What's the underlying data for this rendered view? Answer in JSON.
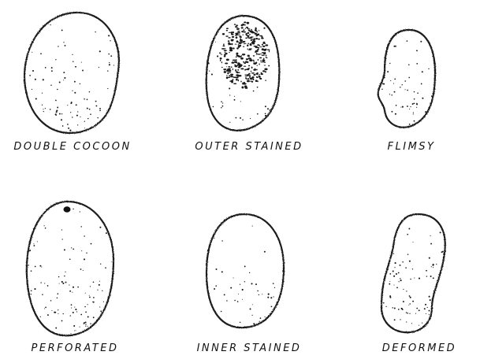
{
  "figure": {
    "ink_color": "#1a1a1a",
    "background": "#ffffff",
    "cocoons": [
      {
        "label": "DOUBLE COCOON",
        "variant": "double"
      },
      {
        "label": "OUTER STAINED",
        "variant": "outer-stained"
      },
      {
        "label": "FLIMSY",
        "variant": "flimsy"
      },
      {
        "label": "PERFORATED",
        "variant": "perforated"
      },
      {
        "label": "INNER STAINED",
        "variant": "inner-stained"
      },
      {
        "label": "DEFORMED",
        "variant": "deformed"
      }
    ]
  }
}
